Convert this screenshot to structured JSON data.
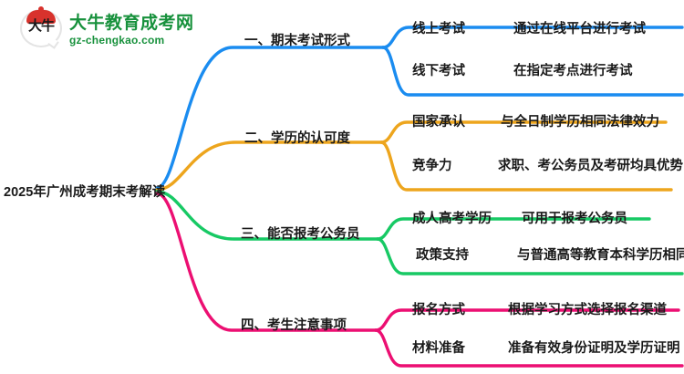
{
  "logo": {
    "mark_text": "大牛",
    "title": "大牛教育成考网",
    "url": "gz-chengkao.com",
    "brand_green": "#17913c",
    "brand_red": "#d8322c"
  },
  "mindmap": {
    "root": "2025年广州成考期末考解读",
    "branches": [
      {
        "label": "一、期末考试形式",
        "color": "#1a8cf0",
        "children": [
          {
            "key": "线上考试",
            "value": "通过在线平台进行考试"
          },
          {
            "key": "线下考试",
            "value": "在指定考点进行考试"
          }
        ]
      },
      {
        "label": "二、学历的认可度",
        "color": "#eda51d",
        "children": [
          {
            "key": "国家承认",
            "value": "与全日制学历相同法律效力"
          },
          {
            "key": "竞争力",
            "value": "求职、考公务员及考研均具优势"
          }
        ]
      },
      {
        "label": "三、能否报考公务员",
        "color": "#17c964",
        "children": [
          {
            "key": "成人高考学历",
            "value": "可用于报考公务员"
          },
          {
            "key": "政策支持",
            "value": "与普通高等教育本科学历相同"
          }
        ]
      },
      {
        "label": "四、考生注意事项",
        "color": "#ec0f72",
        "children": [
          {
            "key": "报名方式",
            "value": "根据学习方式选择报名渠道"
          },
          {
            "key": "材料准备",
            "value": "准备有效身份证明及学历证明"
          }
        ]
      }
    ]
  }
}
